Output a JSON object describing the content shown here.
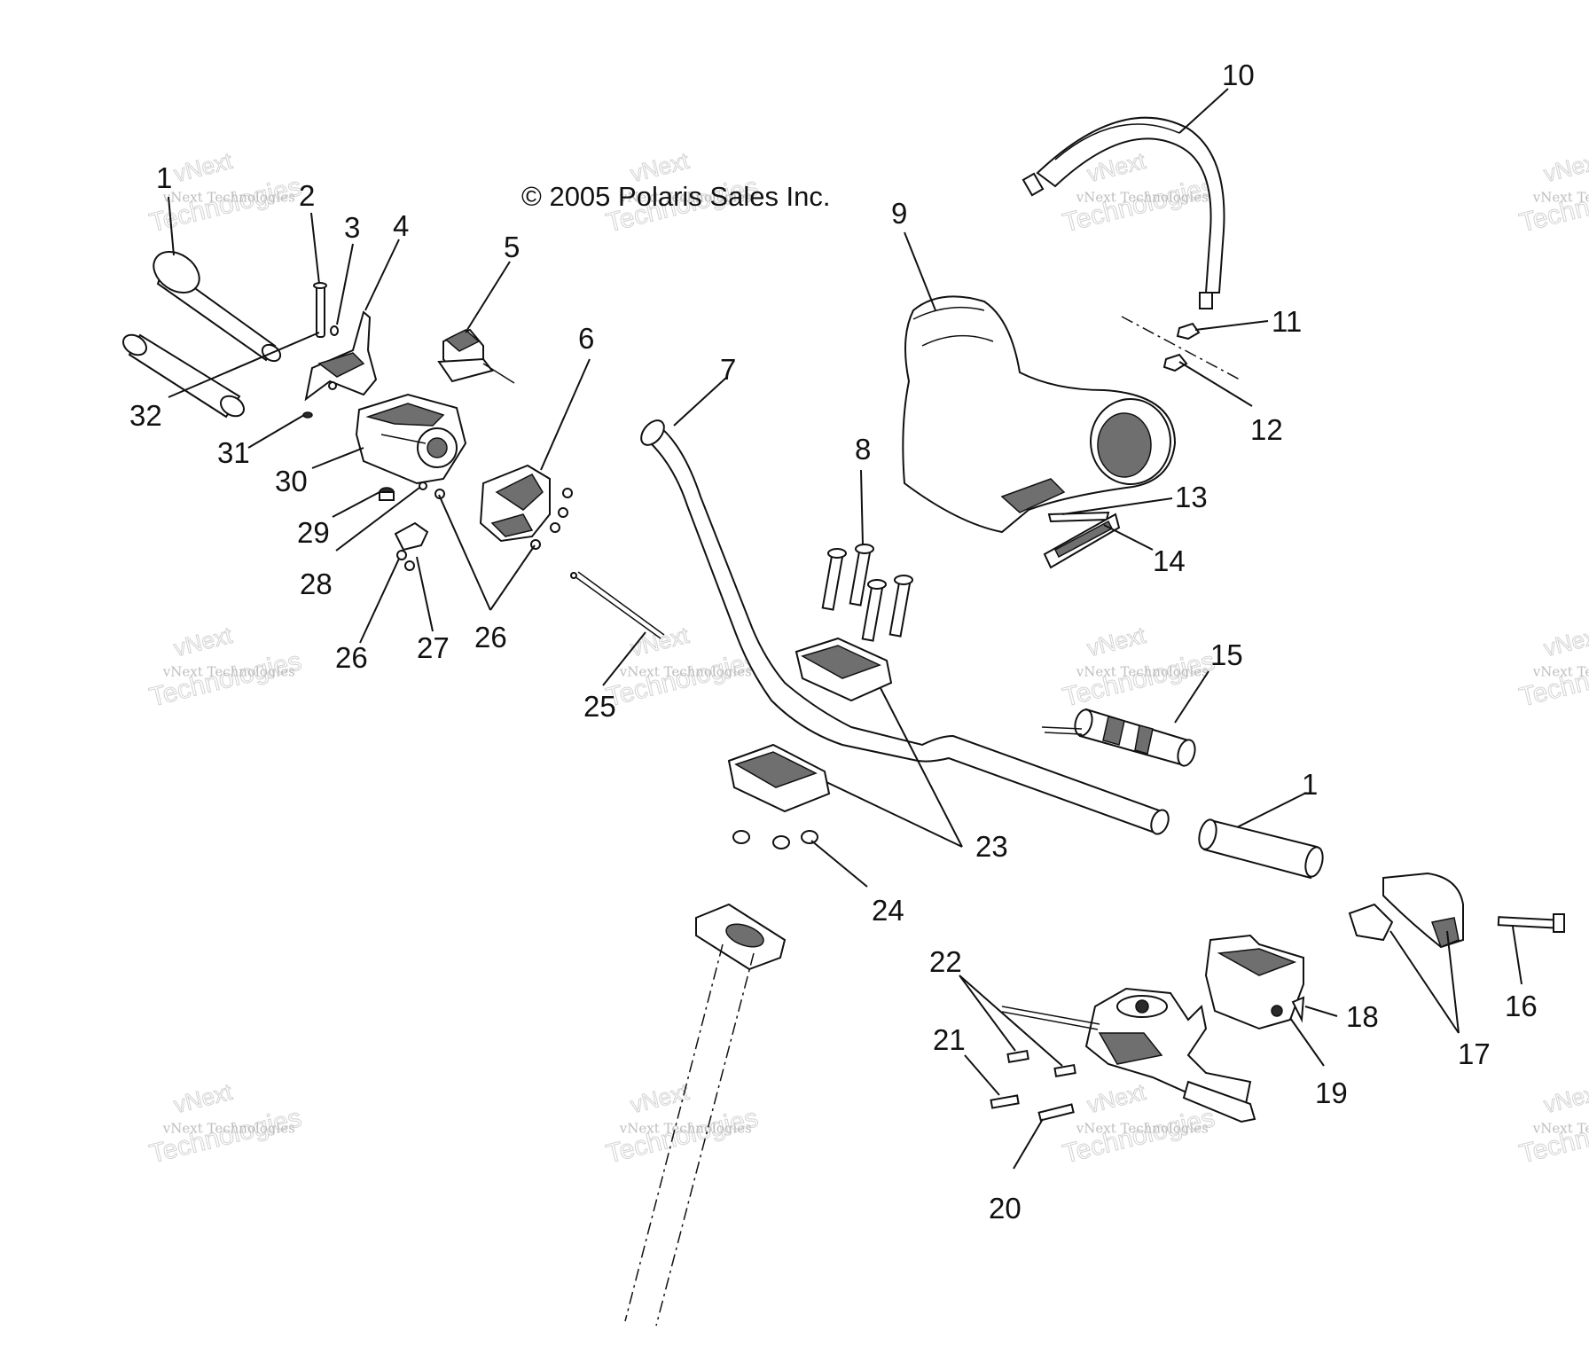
{
  "copyright": "© 2005 Polaris Sales Inc.",
  "watermark": {
    "line1": "vNext",
    "line2": "vNext Technologies",
    "line3": "Technologies"
  },
  "callouts": [
    "1",
    "2",
    "3",
    "4",
    "5",
    "6",
    "7",
    "8",
    "9",
    "10",
    "11",
    "12",
    "13",
    "14",
    "15",
    "1",
    "32",
    "31",
    "30",
    "29",
    "28",
    "26",
    "27",
    "26",
    "25",
    "23",
    "24",
    "22",
    "21",
    "20",
    "18",
    "19",
    "17",
    "16"
  ]
}
